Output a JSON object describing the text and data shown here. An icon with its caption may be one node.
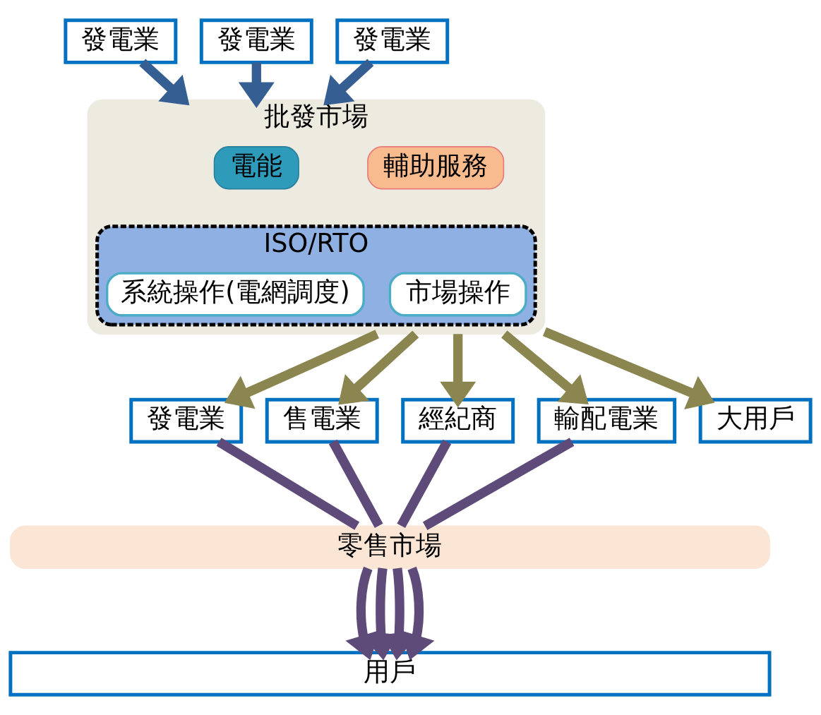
{
  "diagram": {
    "nodes": [
      {
        "text": [
          "發電業"
        ]
      },
      {
        "text": [
          "發電業"
        ]
      },
      {
        "text": [
          "發電業"
        ]
      },
      {
        "text": [
          "批發市場"
        ]
      },
      {
        "text": [
          "電能"
        ],
        "in": 3
      },
      {
        "text": [
          "輔助服務"
        ],
        "in": 3
      },
      {
        "text": [
          "ISO/RTO"
        ],
        "in": 3
      },
      {
        "text": [
          "系統操作(電網調度)"
        ],
        "in": 6
      },
      {
        "text": [
          "市場操作"
        ],
        "in": 6
      },
      {
        "text": [
          "發電業"
        ]
      },
      {
        "text": [
          "售電業"
        ]
      },
      {
        "text": [
          "經紀商"
        ]
      },
      {
        "text": [
          "輸配電業"
        ]
      },
      {
        "text": [
          "大用戶"
        ]
      },
      {
        "text": [
          "零售市場"
        ]
      },
      {
        "text": [
          "用戶"
        ]
      }
    ],
    "edges": [
      {
        "from": 0,
        "to": 3,
        "arrow": "to",
        "color": "#355f92"
      },
      {
        "from": 1,
        "to": 3,
        "arrow": "to",
        "color": "#355f92"
      },
      {
        "from": 2,
        "to": 3,
        "arrow": "to",
        "color": "#355f92"
      },
      {
        "from": 3,
        "to": 9,
        "arrow": "to",
        "color": "#8b8650"
      },
      {
        "from": 3,
        "to": 10,
        "arrow": "to",
        "color": "#8b8650"
      },
      {
        "from": 3,
        "to": 11,
        "arrow": "to",
        "color": "#8b8650"
      },
      {
        "from": 3,
        "to": 12,
        "arrow": "to",
        "color": "#8b8650"
      },
      {
        "from": 3,
        "to": 13,
        "arrow": "to",
        "color": "#8b8650"
      },
      {
        "from": 9,
        "to": 14,
        "arrow": "none"
      },
      {
        "from": 10,
        "to": 14,
        "arrow": "none"
      },
      {
        "from": 11,
        "to": 14,
        "arrow": "none"
      },
      {
        "from": 12,
        "to": 14,
        "arrow": "none"
      },
      {
        "from": 14,
        "to": 15,
        "arrow": "to"
      },
      {
        "from": 14,
        "to": 15,
        "arrow": "to"
      },
      {
        "from": 14,
        "to": 15,
        "arrow": "to"
      },
      {
        "from": 14,
        "to": 15,
        "arrow": "to"
      }
    ]
  }
}
